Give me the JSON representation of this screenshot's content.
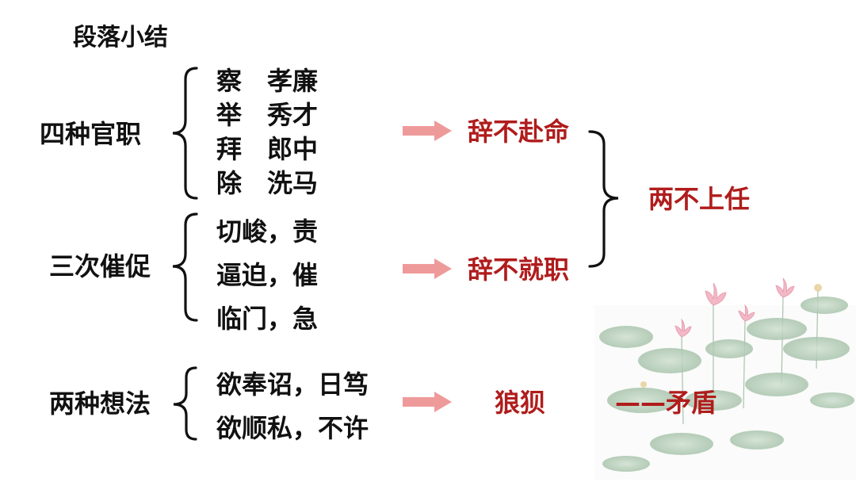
{
  "title": "段落小结",
  "groups": [
    {
      "label": "四种官职",
      "items": [
        "察　孝廉",
        "举　秀才",
        "拜　郎中",
        "除　洗马"
      ],
      "result": "辞不赴命"
    },
    {
      "label": "三次催促",
      "items": [
        "切峻，责",
        "逼迫，催",
        "临门，急"
      ],
      "result": "辞不就职"
    },
    {
      "label": "两种想法",
      "items": [
        "欲奉诏，日笃",
        "欲顺私，不许"
      ],
      "result": "狼狈"
    }
  ],
  "summary": "两不上任",
  "contradiction": "——矛盾",
  "colors": {
    "accent_red": "#b01c1c",
    "arrow_pink": "#ef9a9a",
    "text": "#111111"
  }
}
